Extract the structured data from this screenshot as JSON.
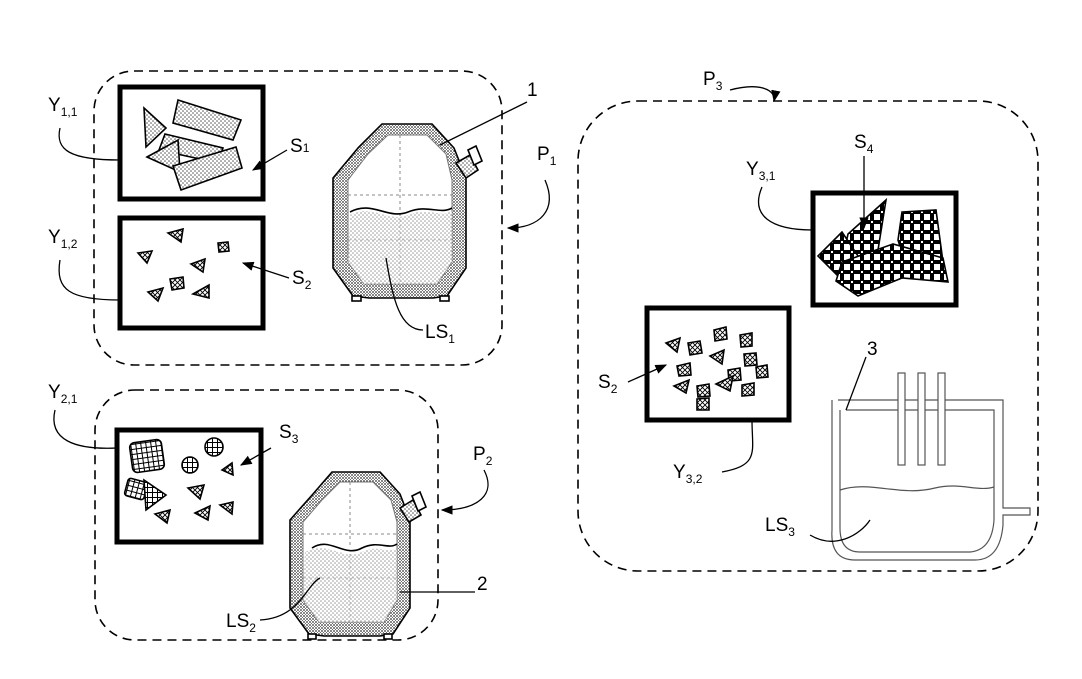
{
  "labels": {
    "y11": {
      "main": "Y",
      "sub": "1,1"
    },
    "y12": {
      "main": "Y",
      "sub": "1,2"
    },
    "y21": {
      "main": "Y",
      "sub": "2,1"
    },
    "y31": {
      "main": "Y",
      "sub": "3,1"
    },
    "y32": {
      "main": "Y",
      "sub": "3,2"
    },
    "s1": {
      "main": "S",
      "sub": "1"
    },
    "s2a": {
      "main": "S",
      "sub": "2"
    },
    "s2b": {
      "main": "S",
      "sub": "2"
    },
    "s3": {
      "main": "S",
      "sub": "3"
    },
    "s4": {
      "main": "S",
      "sub": "4"
    },
    "p1": {
      "main": "P",
      "sub": "1"
    },
    "p2": {
      "main": "P",
      "sub": "2"
    },
    "p3": {
      "main": "P",
      "sub": "3"
    },
    "ls1": {
      "main": "LS",
      "sub": "1"
    },
    "ls2": {
      "main": "LS",
      "sub": "2"
    },
    "ls3": {
      "main": "LS",
      "sub": "3"
    },
    "n1": "1",
    "n2": "2",
    "n3": "3"
  }
}
